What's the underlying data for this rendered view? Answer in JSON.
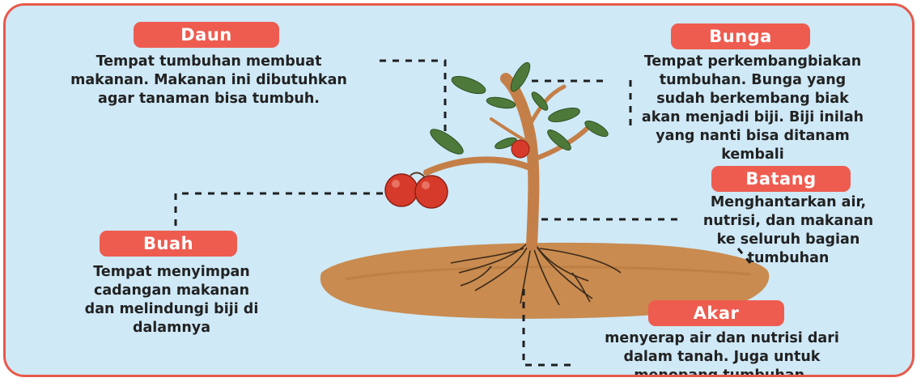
{
  "parts": {
    "daun": {
      "label": "Daun",
      "lines": [
        "Tempat tumbuhan membuat",
        "makanan. Makanan ini dibutuhkan",
        "agar tanaman bisa tumbuh."
      ]
    },
    "bunga": {
      "label": "Bunga",
      "lines": [
        "Tempat perkembangbiakan",
        "tumbuhan. Bunga yang",
        "sudah berkembang biak",
        "akan menjadi biji. Biji inilah",
        "yang nanti bisa ditanam",
        "kembali"
      ]
    },
    "batang": {
      "label": "Batang",
      "lines": [
        "Menghantarkan air,",
        "nutrisi, dan makanan",
        "ke seluruh bagian",
        "tumbuhan"
      ]
    },
    "buah": {
      "label": "Buah",
      "lines": [
        "Tempat menyimpan",
        "cadangan makanan",
        "dan melindungi biji di",
        "dalamnya"
      ]
    },
    "akar": {
      "label": "Akar",
      "lines": [
        "menyerap air dan nutrisi dari",
        "dalam tanah. Juga untuk",
        "menopang tumbuhan."
      ]
    }
  },
  "colors": {
    "border": "#e8594a",
    "background": "#cfe9f7",
    "pill": "#ee5c50",
    "soil": "#c98b4f",
    "trunk": "#c47f48",
    "leaf": "#4d7a3a",
    "fruit": "#d63a2a"
  }
}
